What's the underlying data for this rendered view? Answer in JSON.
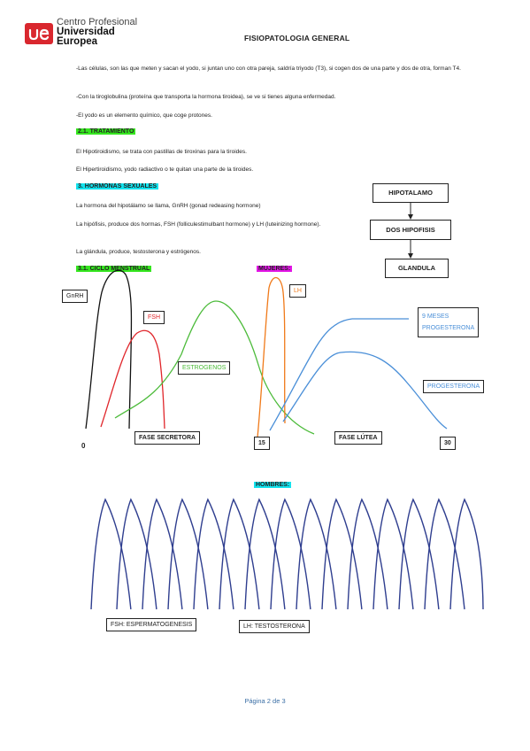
{
  "header": {
    "logo_line1": "Centro Profesional",
    "logo_line2": "Universidad",
    "logo_line3": "Europea",
    "title": "FISIOPATOLOGIA GENERAL"
  },
  "body": {
    "p1": "-Las células, son las que meten y sacan el yodo, si juntan uno con otra pareja, saldría triyodo (T3), si cogen dos de una parte y dos de otra, forman T4.",
    "p2": "-Con la tiroglobulina (proteína que transporta la hormona tiroidea), se ve si tienes alguna enfermedad.",
    "p3": "-El yodo es un elemento químico, que coge protones.",
    "h_tratamiento": "2.1. TRATAMIENTO",
    "p4": "El Hipotiroidismo, se trata con pastillas de tiroxinas para la tiroides.",
    "p5": "El Hipertiroidismo, yodo radiactivo o te quitan una parte de la tiroides.",
    "h_hormonas": "3. HORMONAS SEXUALES",
    "p6": "La hormona del hipotálamo se llama, GnRH (gonad redeasing hormone)",
    "p7": "La hipófisis, produce dos hormas, FSH (folliculestimulbant hormone) y LH (luteinizing hormone).",
    "p8": "La glándula, produce, testosterona y estrógenos.",
    "h_ciclo": "3.1. CICLO MENSTRUAL",
    "h_mujeres": "MUJERES:",
    "h_hombres": "HOMBRES:"
  },
  "flow": {
    "hipotalamo": "HIPOTALAMO",
    "hipofisis": "DOS HIPOFISIS",
    "glandula": "GLANDULA"
  },
  "women_chart": {
    "gnrh": "GnRH",
    "fsh": "FSH",
    "lh": "LH",
    "estrogenos": "ESTROGENOS",
    "meses_line1": "9 MESES",
    "meses_line2": "PROGESTERONA",
    "progesterona": "PROGESTERONA",
    "tick_0": "0",
    "tick_15": "15",
    "tick_30": "30",
    "fase_secretora": "FASE SECRETORA",
    "fase_lutea": "FASE LÚTEA",
    "colors": {
      "gnrh": "#111111",
      "fsh": "#e0262b",
      "lh": "#f07a1a",
      "estrogenos": "#4cbb3a",
      "progesterona": "#4a8fd8"
    }
  },
  "men_chart": {
    "fsh_label": "FSH: ESPERMATOGENESIS",
    "lh_label": "LH: TESTOSTERONA",
    "color": "#2f3e8f",
    "pulse_count": 15
  },
  "footer": {
    "page": "Página 2 de 3"
  }
}
